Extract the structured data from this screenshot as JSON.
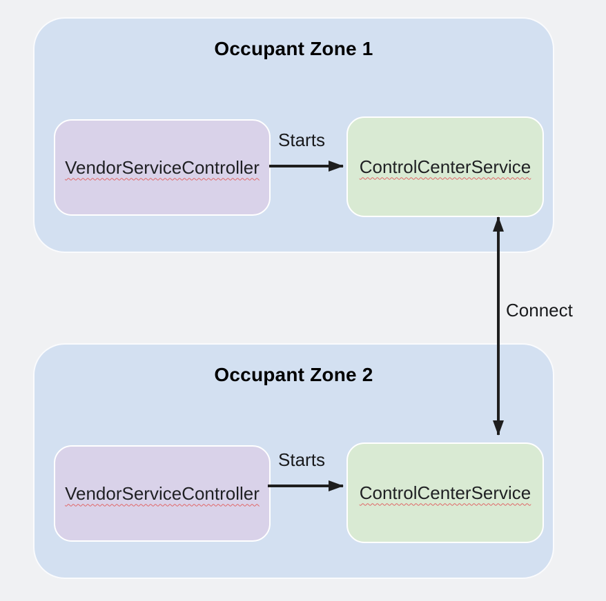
{
  "colors": {
    "background": "#f0f1f3",
    "zone_fill": "#d3e0f1",
    "zone_border": "#fafbfd",
    "controller_fill": "#d9d2e9",
    "service_fill": "#d9ead3",
    "node_border": "#ffffff",
    "arrow": "#1e1e1e",
    "node_text": "#1f2023",
    "title_text": "#000000",
    "spellcheck_underline": "#e06666"
  },
  "zones": [
    {
      "title": "Occupant Zone 1",
      "controller": {
        "label": "VendorServiceController"
      },
      "service": {
        "label": "ControlCenterService"
      },
      "starts_edge": {
        "label": "Starts"
      }
    },
    {
      "title": "Occupant Zone 2",
      "controller": {
        "label": "VendorServiceController"
      },
      "service": {
        "label": "ControlCenterService"
      },
      "starts_edge": {
        "label": "Starts"
      }
    }
  ],
  "connect_edge": {
    "label": "Connect"
  }
}
